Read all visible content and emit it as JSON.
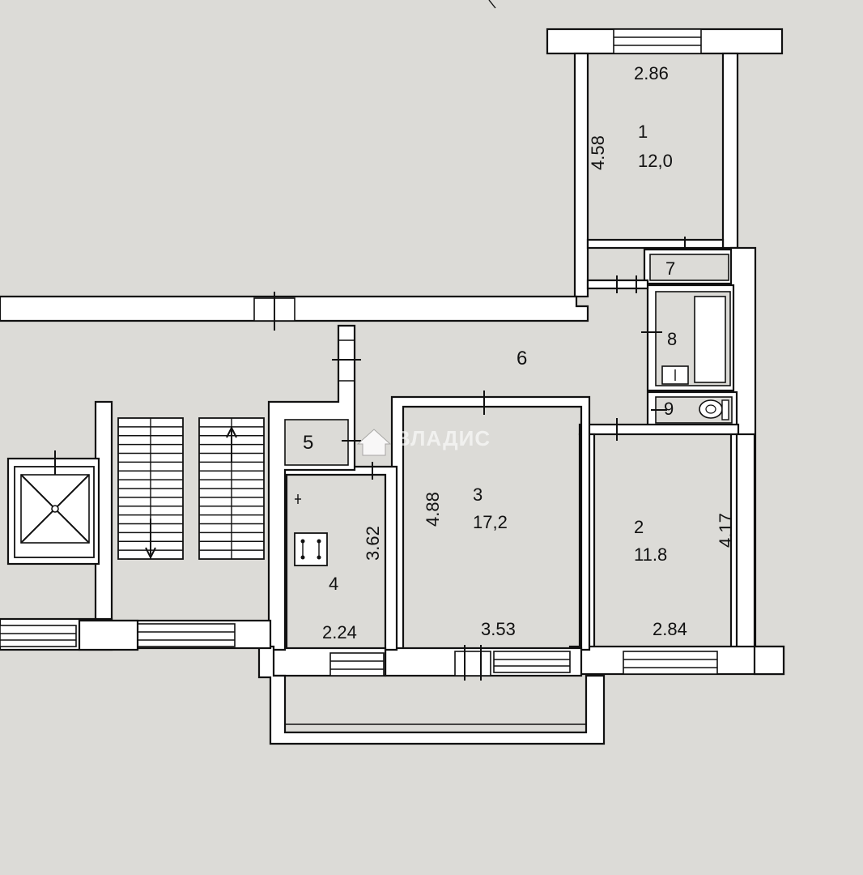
{
  "watermark": {
    "text": "ВЛАДИС",
    "icon": "house-logo-icon"
  },
  "rooms": [
    {
      "id": "room-1",
      "number": "1",
      "area": "12,0",
      "width": "2.86",
      "length": "4.58"
    },
    {
      "id": "room-2",
      "number": "2",
      "area": "11.8",
      "width": "2.84",
      "length": "4.17"
    },
    {
      "id": "room-3",
      "number": "3",
      "area": "17,2",
      "width": "3.53",
      "length": "4.88"
    },
    {
      "id": "room-4",
      "number": "4",
      "width": "2.24",
      "length": "3.62"
    },
    {
      "id": "room-5",
      "number": "5"
    },
    {
      "id": "room-6",
      "number": "6"
    },
    {
      "id": "room-7",
      "number": "7"
    },
    {
      "id": "room-8",
      "number": "8"
    },
    {
      "id": "room-9",
      "number": "9"
    }
  ]
}
